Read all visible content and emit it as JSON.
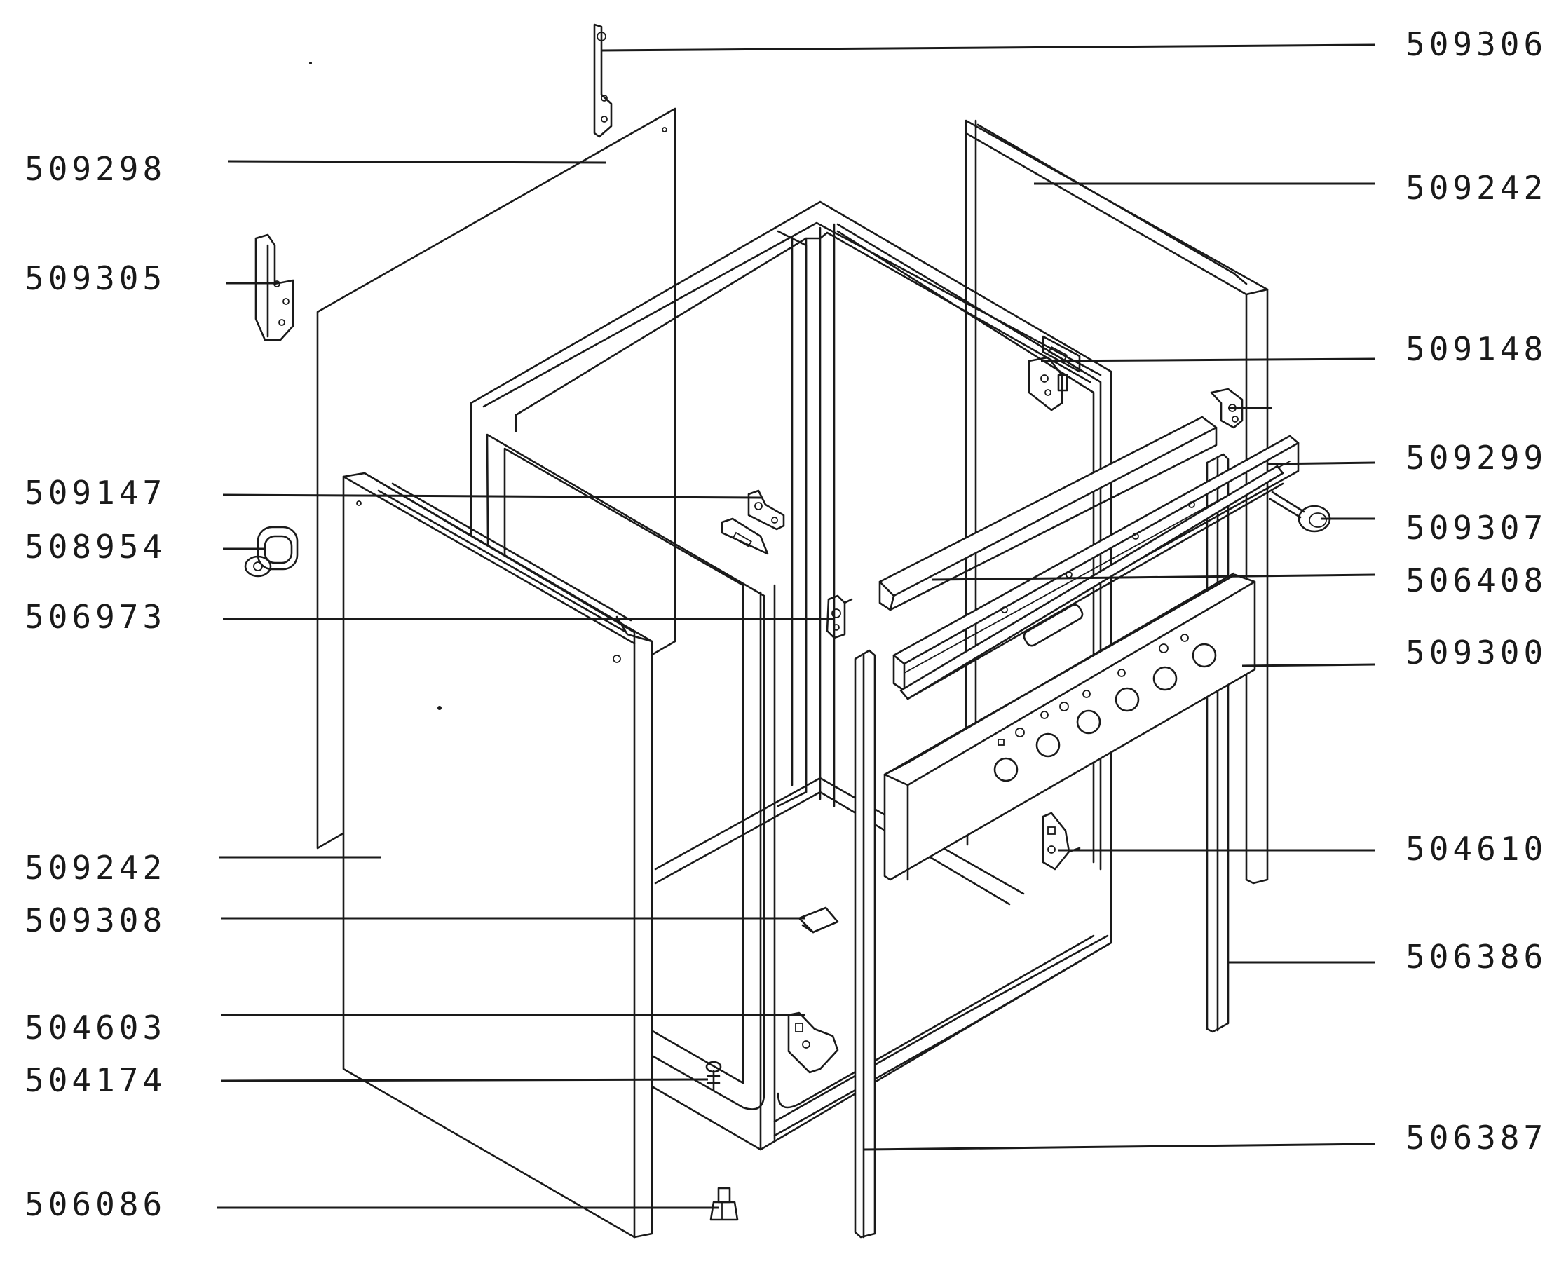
{
  "labels": {
    "l_509298": "509298",
    "l_509305": "509305",
    "l_509147": "509147",
    "l_508954": "508954",
    "l_506973": "506973",
    "l_509242_left": "509242",
    "l_509308": "509308",
    "l_504603": "504603",
    "l_504174": "504174",
    "l_506086": "506086",
    "r_509306": "509306",
    "r_509242": "509242",
    "r_509148": "509148",
    "r_509299": "509299",
    "r_509307": "509307",
    "r_506408": "506408",
    "r_509300": "509300",
    "r_504610": "504610",
    "r_506386": "506386",
    "r_506387": "506387"
  },
  "colors": {
    "line": "#1a1a1a",
    "background": "#ffffff"
  }
}
